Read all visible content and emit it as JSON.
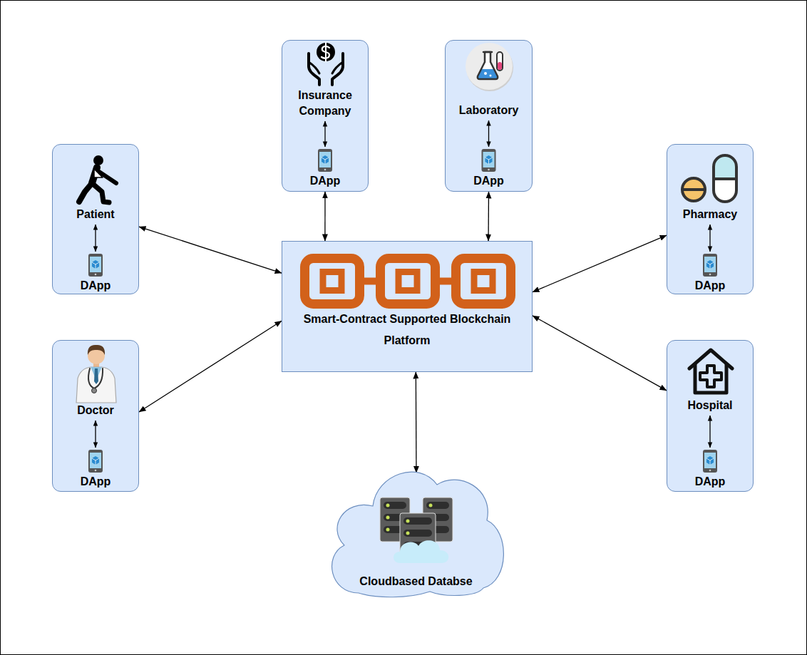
{
  "diagram": {
    "nodes": [
      {
        "text": [
          "Insurance Company",
          "DApp"
        ]
      },
      {
        "text": [
          "Laboratory",
          "DApp"
        ]
      },
      {
        "text": [
          "Patient",
          "DApp"
        ]
      },
      {
        "text": [
          "Pharmacy",
          "DApp"
        ]
      },
      {
        "text": [
          "Smart-Contract Supported Blockchain Platform"
        ]
      },
      {
        "text": [
          "Doctor",
          "DApp"
        ]
      },
      {
        "text": [
          "Hospital",
          "DApp"
        ]
      },
      {
        "text": [
          "Cloudbased Databse"
        ]
      }
    ],
    "edges": [
      {
        "from": 0,
        "to": 4,
        "arrow": "both"
      },
      {
        "from": 1,
        "to": 4,
        "arrow": "both"
      },
      {
        "from": 2,
        "to": 4,
        "arrow": "both"
      },
      {
        "from": 3,
        "to": 4,
        "arrow": "both"
      },
      {
        "from": 5,
        "to": 4,
        "arrow": "both"
      },
      {
        "from": 6,
        "to": 4,
        "arrow": "both"
      },
      {
        "from": 7,
        "to": 4,
        "arrow": "both"
      }
    ]
  }
}
